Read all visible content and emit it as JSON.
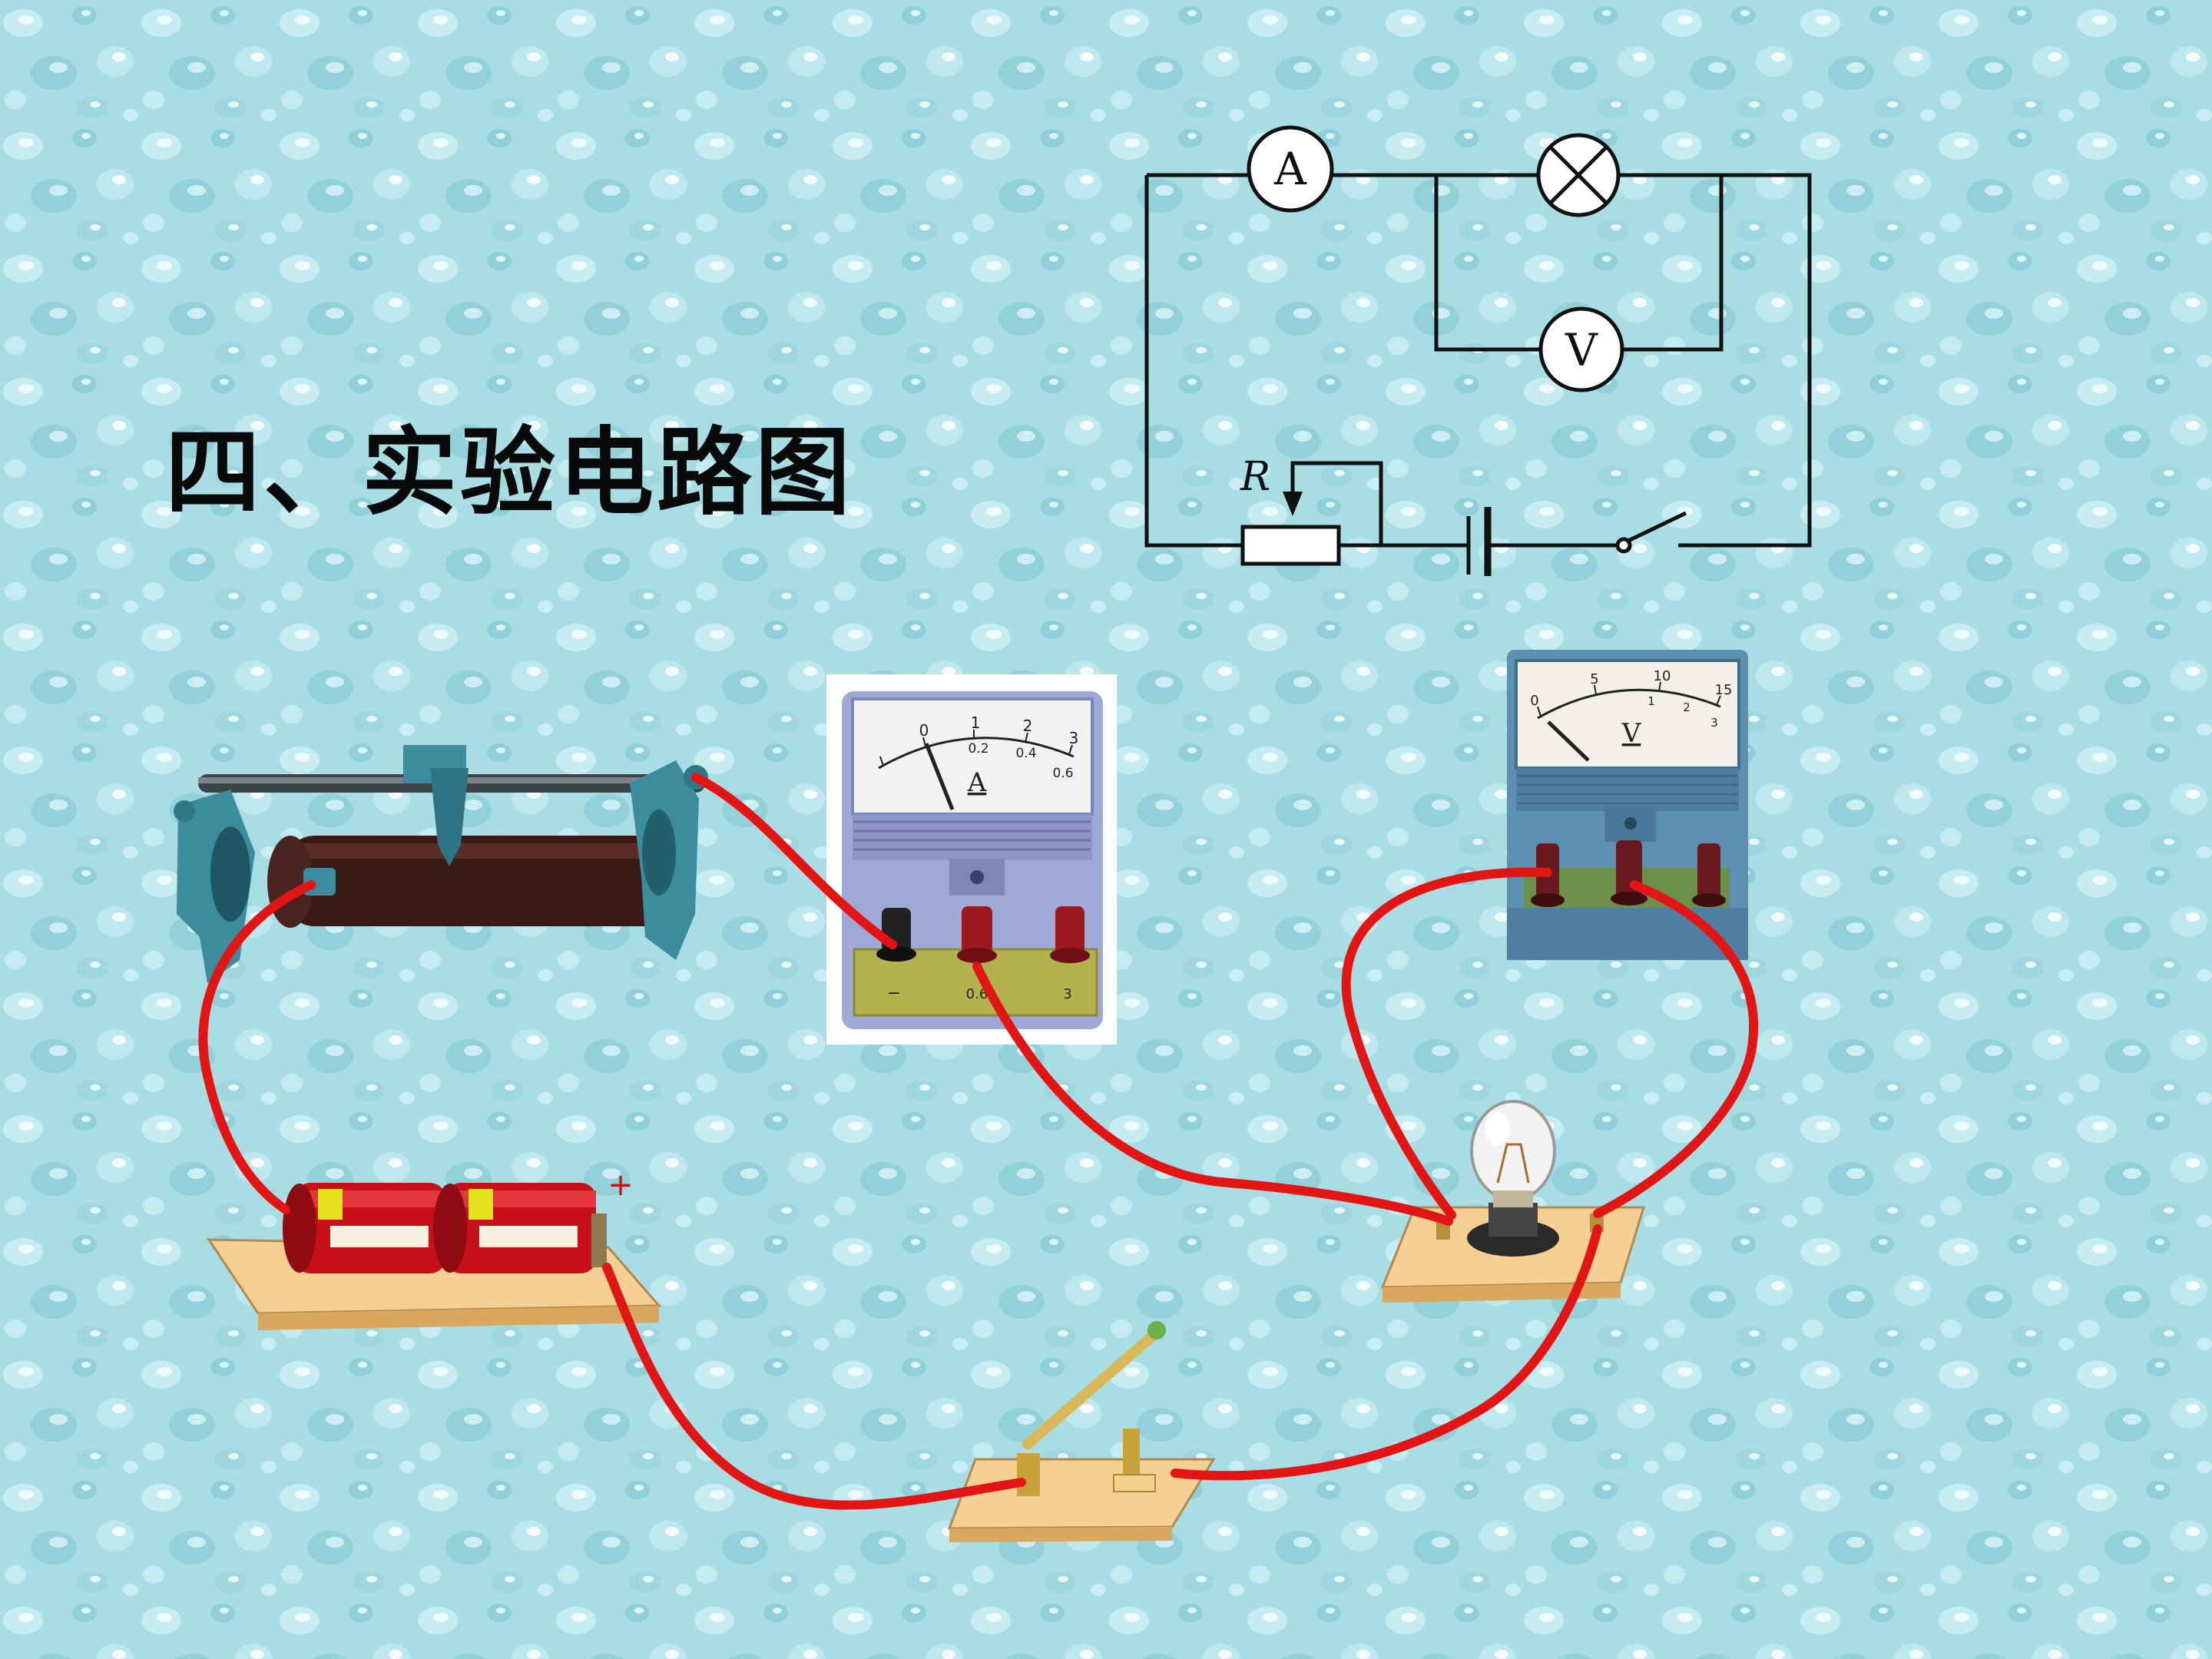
{
  "slide": {
    "title": "四、实验电路图"
  },
  "schematic": {
    "ammeter_symbol": "A",
    "voltmeter_symbol": "V",
    "rheostat_symbol": "R"
  },
  "ammeter": {
    "unit_label": "A",
    "upper_scale": [
      "0",
      "1",
      "2",
      "3"
    ],
    "lower_scale": [
      "0.2",
      "0.4",
      "0.6"
    ],
    "terminal_labels": [
      "−",
      "0.6",
      "3"
    ]
  },
  "voltmeter": {
    "unit_label": "V",
    "upper_scale": [
      "0",
      "5",
      "10",
      "15"
    ],
    "lower_scale": [
      "1",
      "2",
      "3"
    ]
  },
  "battery": {
    "plus_mark": "+"
  },
  "colors": {
    "background": "#a9dde4",
    "wire": "#e31414",
    "meter_body": "#5d8fb0",
    "battery": "#c8101a",
    "base_board": "#f5cf94"
  }
}
